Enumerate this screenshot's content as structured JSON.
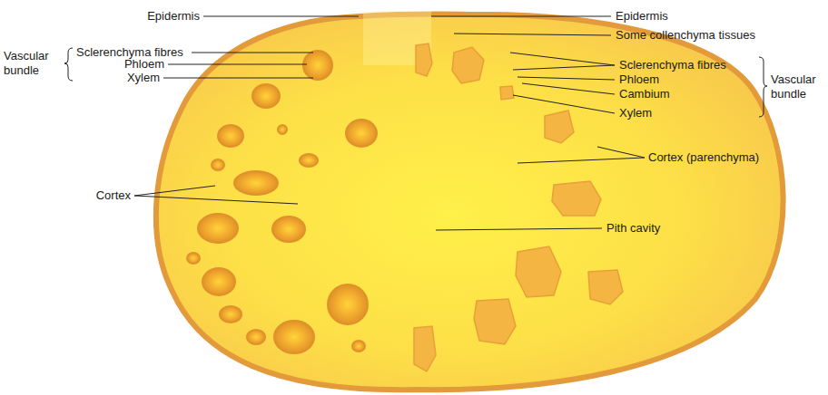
{
  "diagram": {
    "labels": [
      "Epidermis",
      "Vascular bundle",
      "Sclerenchyma fibres",
      "Phloem",
      "Xylem",
      "Cortex",
      "Epidermis",
      "Some collenchyma tissues",
      "Sclerenchyma fibres",
      "Phloem",
      "Cambium",
      "Xylem",
      "Vascular bundle",
      "Cortex (parenchyma)",
      "Pith cavity"
    ]
  }
}
